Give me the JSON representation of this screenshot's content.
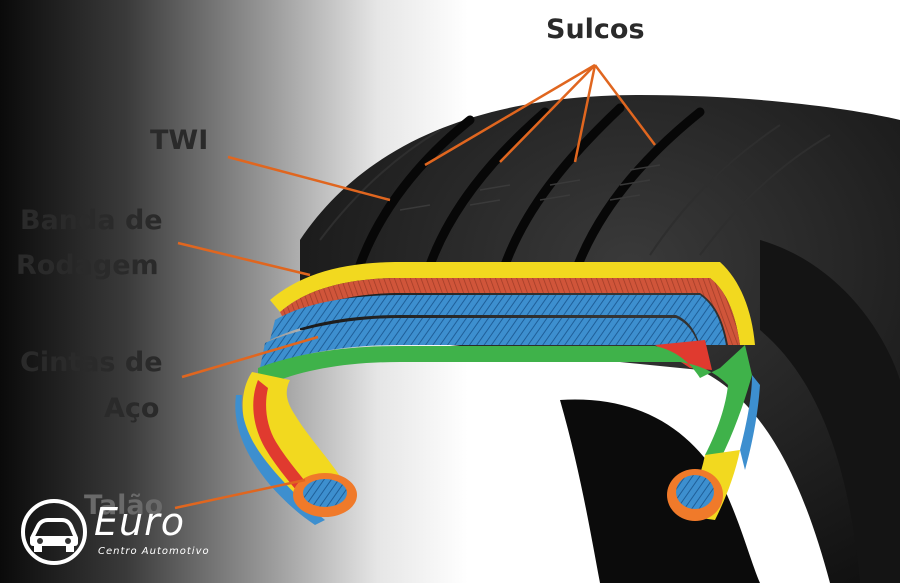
{
  "labels": {
    "sulcos": "Sulcos",
    "twi": "TWI",
    "banda_line1": "Banda de",
    "banda_line2": "Rodagem",
    "cintas_line1": "Cintas de",
    "cintas_line2": "Aço",
    "talao": "Talão"
  },
  "logo": {
    "name": "Euro",
    "subtitle": "Centro Automotivo"
  },
  "colors": {
    "leader": "#e0661f",
    "tire": "#1c1c1c",
    "tread_yellow": "#f2d91f",
    "cap_ply": "#d0553a",
    "steel_belt": "#3d8fcf",
    "carcass_green": "#3fb24a",
    "liner_red": "#e03a2f",
    "bead_orange": "#f07a2a"
  }
}
